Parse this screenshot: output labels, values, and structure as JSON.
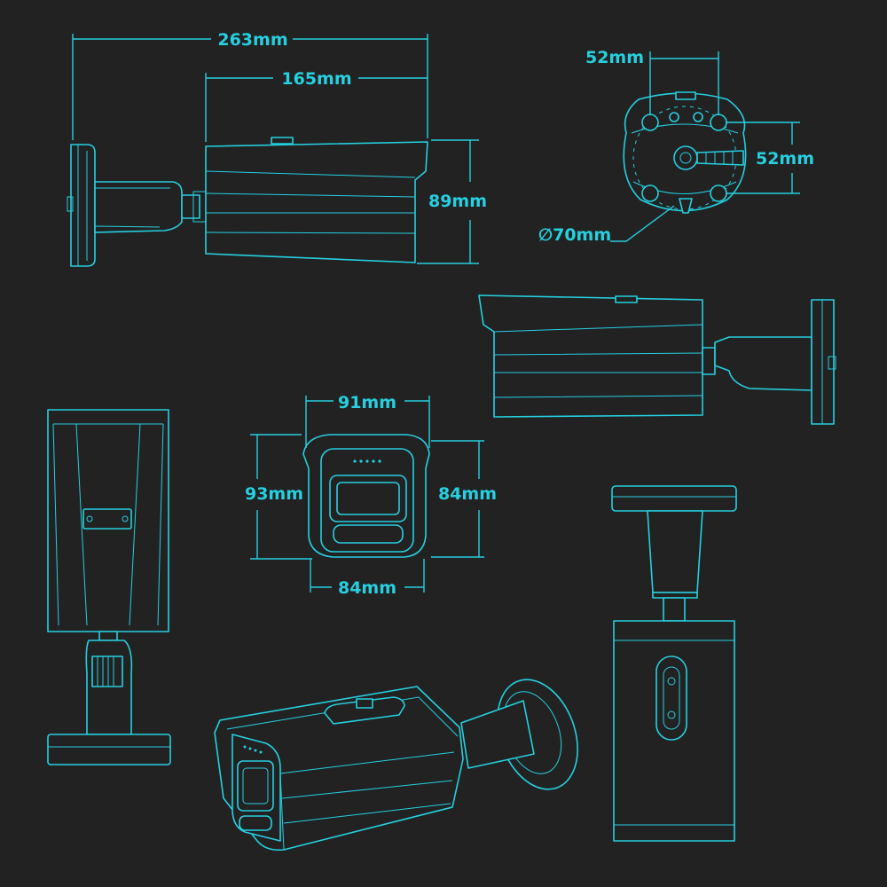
{
  "colors": {
    "background": "#222222",
    "line": "#25d0e0"
  },
  "dimensions": {
    "side_total_length": "263mm",
    "side_body_length": "165mm",
    "side_height": "89mm",
    "base_hole_spacing_h": "52mm",
    "base_hole_spacing_v": "52mm",
    "base_diameter": "∅70mm",
    "front_width_top": "91mm",
    "front_height_left": "93mm",
    "front_height_right": "84mm",
    "front_width_bottom": "84mm"
  },
  "views": [
    "side-view-left",
    "base-view",
    "side-view-right",
    "rear-view",
    "front-view",
    "top-view",
    "perspective-view"
  ]
}
